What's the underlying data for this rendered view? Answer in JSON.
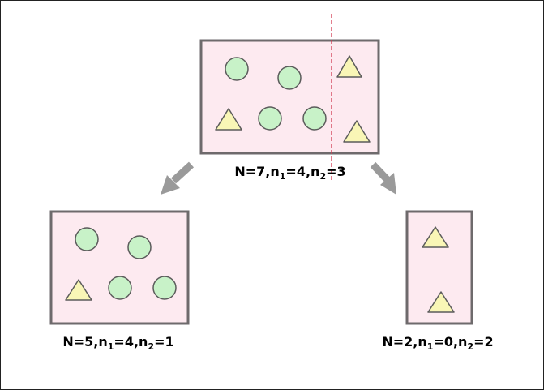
{
  "colors": {
    "box_fill": "#fdeaf0",
    "box_stroke": "#6e6a6c",
    "circle_fill": "#c8f2c8",
    "circle_stroke": "#5b5b5b",
    "triangle_fill": "#f9f6b6",
    "triangle_stroke": "#5b5b5b",
    "arrow": "#9a9a9a",
    "split_line": "#d23a50"
  },
  "nodes": {
    "root": {
      "shapes": [
        "circle",
        "circle",
        "triangle",
        "triangle",
        "circle",
        "circle",
        "triangle"
      ],
      "label": {
        "N": "7",
        "n1": "4",
        "n2": "3"
      }
    },
    "left": {
      "shapes": [
        "circle",
        "circle",
        "triangle",
        "circle",
        "circle"
      ],
      "label": {
        "N": "5",
        "n1": "4",
        "n2": "1"
      }
    },
    "right": {
      "shapes": [
        "triangle",
        "triangle"
      ],
      "label": {
        "N": "2",
        "n1": "0",
        "n2": "2"
      }
    }
  },
  "label_text": {
    "N": "N=",
    "n": "n",
    "sub1": "1",
    "sub2": "2",
    "eq": "=",
    "comma": ","
  },
  "icons": {
    "class1": "circle-icon",
    "class2": "triangle-icon",
    "arrow": "arrow-icon"
  }
}
